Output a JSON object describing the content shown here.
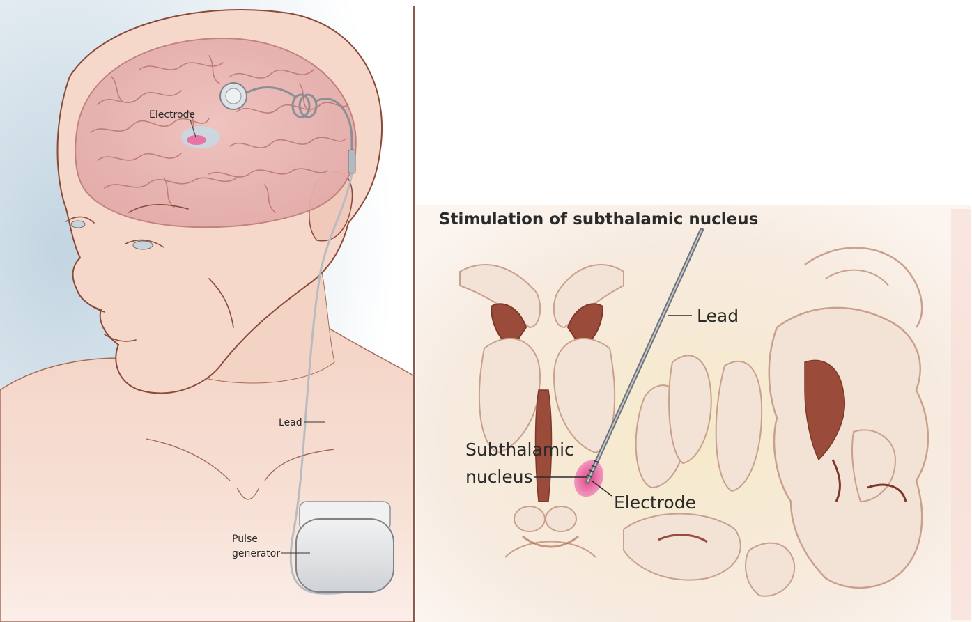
{
  "left_illustration": {
    "labels": {
      "electrode": "Electrode",
      "lead": "Lead",
      "pulse_line1": "Pulse",
      "pulse_line2": "generator"
    }
  },
  "right_illustration": {
    "title": "Stimulation of subthalamic nucleus",
    "labels": {
      "lead": "Lead",
      "subthalamic_line1": "Subthalamic",
      "subthalamic_line2": "nucleus",
      "electrode": "Electrode"
    }
  },
  "colors": {
    "skin": "#f6dcd0",
    "skin_outline": "#8a4a3a",
    "brain": "#eab8b4",
    "gyri_line": "#b06c68",
    "background_blue": "#cfdde6",
    "tissue": "#f3e2d6",
    "tissue_outline": "#c9a08c",
    "ventricle": "#9a4b3a",
    "nucleus": "#e0307f",
    "lead_gray": "#8a8f96"
  }
}
